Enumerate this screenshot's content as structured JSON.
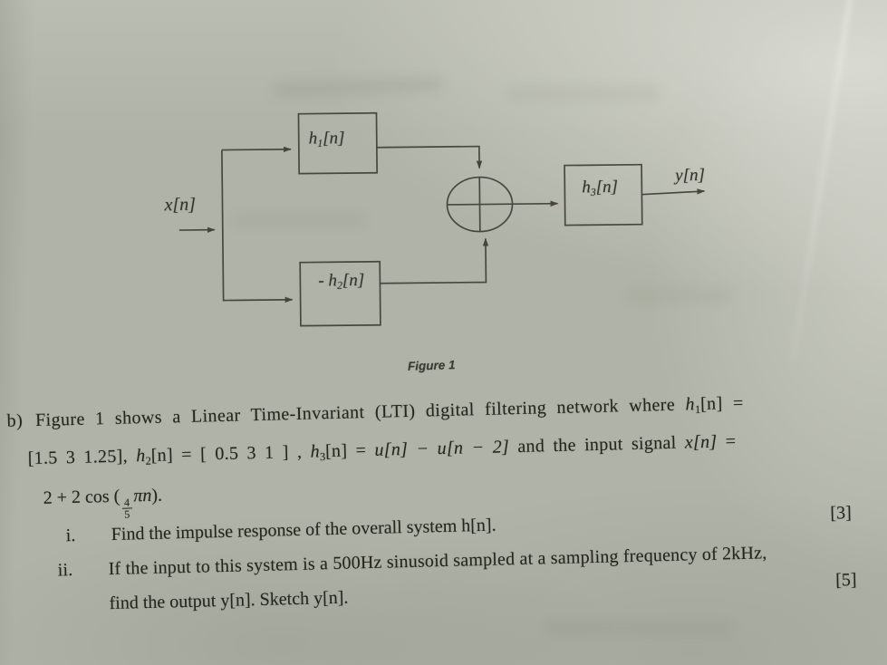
{
  "page": {
    "kind": "scanned exam question sheet"
  },
  "diagram": {
    "input_label": "x[n]",
    "block1": {
      "base": "h",
      "sub": "1",
      "rest": "[n]"
    },
    "block2": {
      "prefix": "- ",
      "base": "h",
      "sub": "2",
      "rest": "[n]"
    },
    "block3": {
      "base": "h",
      "sub": "3",
      "rest": "[n]"
    },
    "output_label": "y[n]",
    "caption": "Figure 1"
  },
  "question": {
    "part_label": "b)",
    "line1": {
      "text": "Figure 1 shows a Linear Time-Invariant (LTI) digital filtering network where ",
      "h_base": "h",
      "h_sub": "1",
      "h_rest": "[n]",
      "tail": " ="
    },
    "line2": {
      "a": "[1.5 3 1.25], ",
      "h2_base": "h",
      "h2_sub": "2",
      "h2_rest": "[n]",
      "b": " = [ 0.5 3 1 ] , ",
      "h3_base": "h",
      "h3_sub": "3",
      "h3_rest": "[n]",
      "c": " = ",
      "u_expr": "u[n] − u[n − 2]",
      "d": " and the input signal ",
      "x_expr": "x[n]",
      "e": " ="
    },
    "line3": {
      "pre": "2 + 2 cos (",
      "frac_num": "4",
      "frac_den": "5",
      "pi": "πn",
      "close": ")."
    },
    "items": [
      {
        "num": "i.",
        "text": "Find the impulse response of the overall system h[n].",
        "marks": "[3]"
      },
      {
        "num": "ii.",
        "text": "If the input to this system is a 500Hz sinusoid sampled at a sampling frequency of 2kHz,",
        "text2": "find the output y[n].  Sketch y[n].",
        "marks": "[5]"
      }
    ]
  }
}
